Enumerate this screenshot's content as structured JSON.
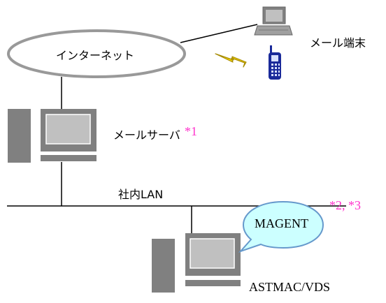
{
  "labels": {
    "internet": "インターネット",
    "mail_terminal": "メール端末",
    "mail_server": "メールサーバ",
    "lan": "社内LAN",
    "magent": "MAGENT",
    "astmac": "ASTMAC/VDS"
  },
  "notes": {
    "server_note": "*1",
    "agent_note": "*2, *3"
  },
  "colors": {
    "note": "#ff33cc",
    "computer_body": "#808080",
    "computer_screen": "#c0c0c0",
    "internet_outline": "#999999",
    "bubble_fill": "#ccffff",
    "bubble_outline": "#6699cc",
    "phone": "#1a2a9a",
    "lightning": "#ffdd00"
  },
  "icons": {
    "mail_server": "desktop-computer-icon",
    "astmac_computer": "desktop-computer-icon",
    "mail_terminal": "laptop-icon",
    "mobile": "mobile-phone-icon",
    "wireless": "lightning-icon"
  }
}
